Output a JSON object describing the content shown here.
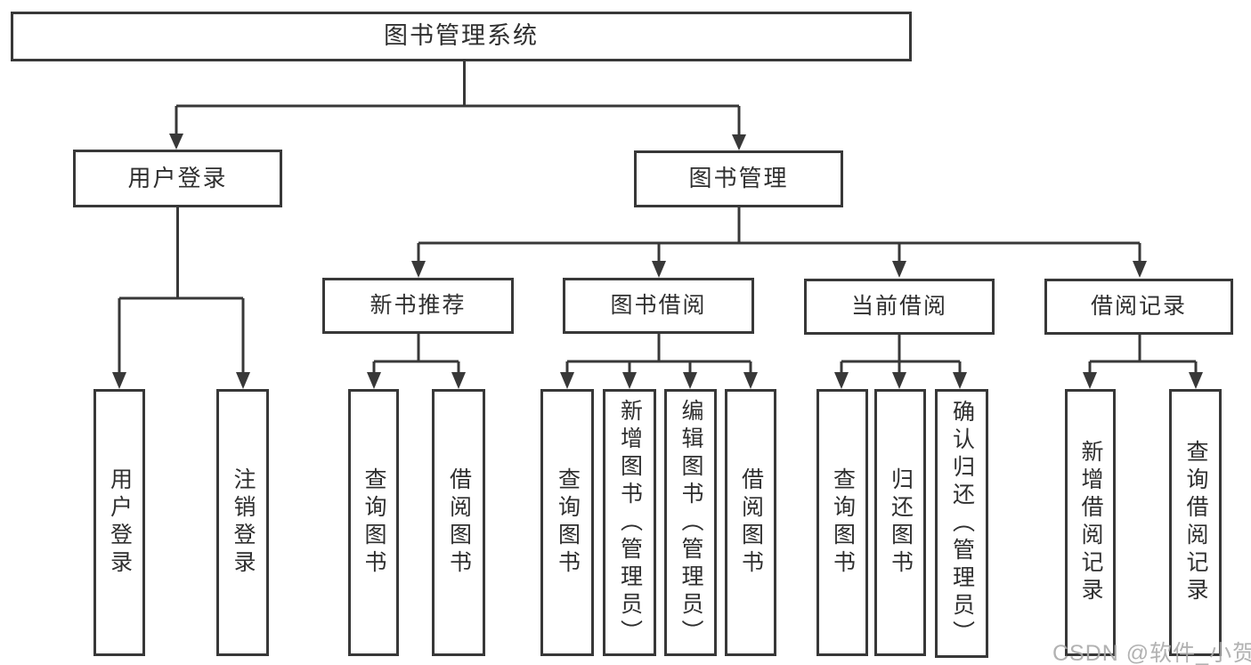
{
  "diagram": {
    "type": "tree",
    "title": "图书管理系统",
    "level2": [
      {
        "label": "用户登录",
        "children": [
          {
            "label": "用户登录"
          },
          {
            "label": "注销登录"
          }
        ]
      },
      {
        "label": "图书管理",
        "children": [
          {
            "label": "新书推荐",
            "children": [
              {
                "label": "查询图书"
              },
              {
                "label": "借阅图书"
              }
            ]
          },
          {
            "label": "图书借阅",
            "children": [
              {
                "label": "查询图书"
              },
              {
                "label": "新增图书（管理员）"
              },
              {
                "label": "编辑图书（管理员）"
              },
              {
                "label": "借阅图书"
              }
            ]
          },
          {
            "label": "当前借阅",
            "children": [
              {
                "label": "查询图书"
              },
              {
                "label": "归还图书"
              },
              {
                "label": "确认归还（管理员）"
              }
            ]
          },
          {
            "label": "借阅记录",
            "children": [
              {
                "label": "新增借阅记录"
              },
              {
                "label": "查询借阅记录"
              }
            ]
          }
        ]
      }
    ]
  },
  "watermark": "CSDN @软件_小贺同学",
  "colors": {
    "line": "#383838",
    "text": "#2f2f2f",
    "background": "#ffffff",
    "watermark": "#aaaaaa"
  }
}
